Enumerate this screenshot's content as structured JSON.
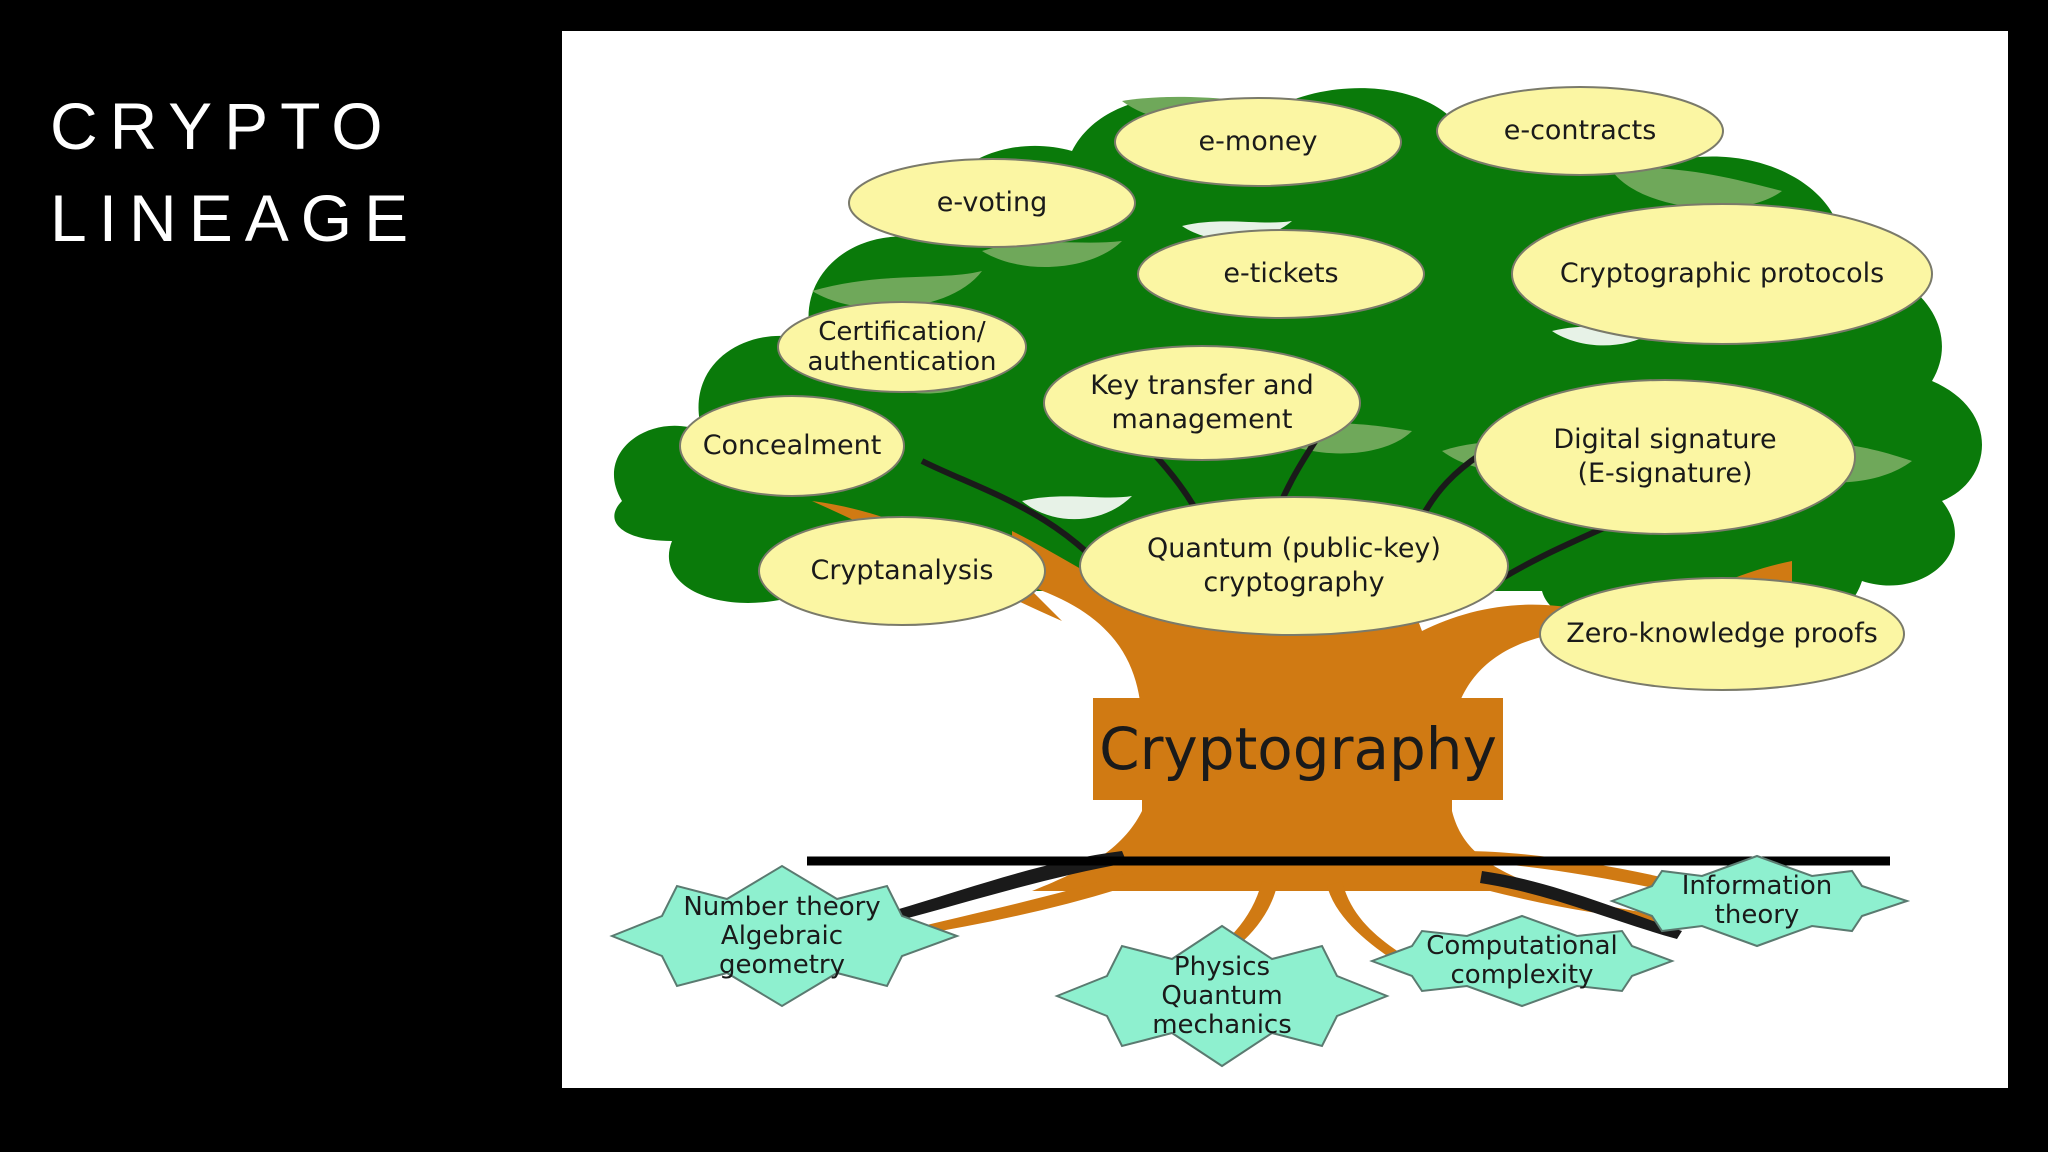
{
  "slide": {
    "title_line1": "CRYPTO",
    "title_line2": "LINEAGE"
  },
  "tree": {
    "trunk_label": "Cryptography",
    "branches": [
      {
        "label": "e-money"
      },
      {
        "label": "e-contracts"
      },
      {
        "label": "e-voting"
      },
      {
        "label": "e-tickets"
      },
      {
        "label": "Cryptographic protocols"
      },
      {
        "label": "Certification/\nauthentication"
      },
      {
        "label": "Key transfer and\nmanagement"
      },
      {
        "label": "Concealment"
      },
      {
        "label": "Digital signature\n(E-signature)"
      },
      {
        "label": "Cryptanalysis"
      },
      {
        "label": "Quantum (public-key)\ncryptography"
      },
      {
        "label": "Zero-knowledge proofs"
      }
    ],
    "roots": [
      {
        "label": "Number theory\nAlgebraic\ngeometry"
      },
      {
        "label": "Physics\nQuantum\nmechanics"
      },
      {
        "label": "Computational\ncomplexity"
      },
      {
        "label": "Information\ntheory"
      }
    ]
  },
  "colors": {
    "foliage_dark": "#0a7a0a",
    "foliage_light": "#6fa85a",
    "trunk": "#d07a13",
    "ellipse_fill": "#fbf6a3",
    "root_fill": "#8ef0cf"
  }
}
